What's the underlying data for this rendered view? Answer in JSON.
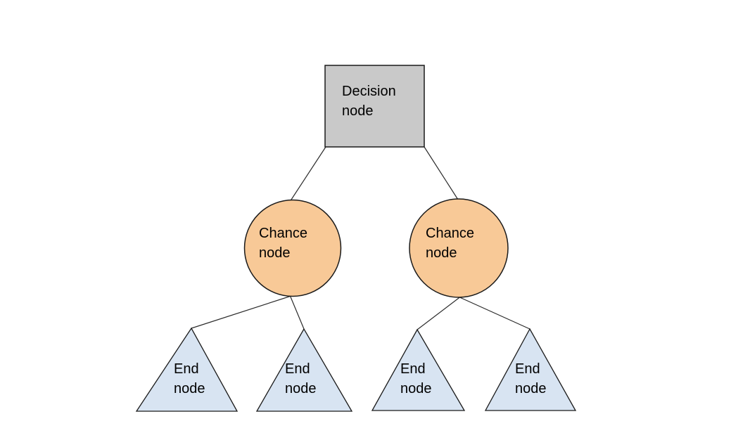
{
  "colors": {
    "background": "#ffffff",
    "decision_fill": "#c9c9c9",
    "chance_fill": "#f8c997",
    "end_fill": "#d8e4f2",
    "shape_stroke": "#1a1a1a",
    "connector_stroke": "#2b2b2b",
    "text": "#000000"
  },
  "nodes": {
    "decision": {
      "label": "Decision node",
      "shape": "square"
    },
    "chance_left": {
      "label": "Chance node",
      "shape": "circle"
    },
    "chance_right": {
      "label": "Chance node",
      "shape": "circle"
    },
    "end_1": {
      "label": "End node",
      "shape": "triangle"
    },
    "end_2": {
      "label": "End node",
      "shape": "triangle"
    },
    "end_3": {
      "label": "End node",
      "shape": "triangle"
    },
    "end_4": {
      "label": "End node",
      "shape": "triangle"
    }
  }
}
